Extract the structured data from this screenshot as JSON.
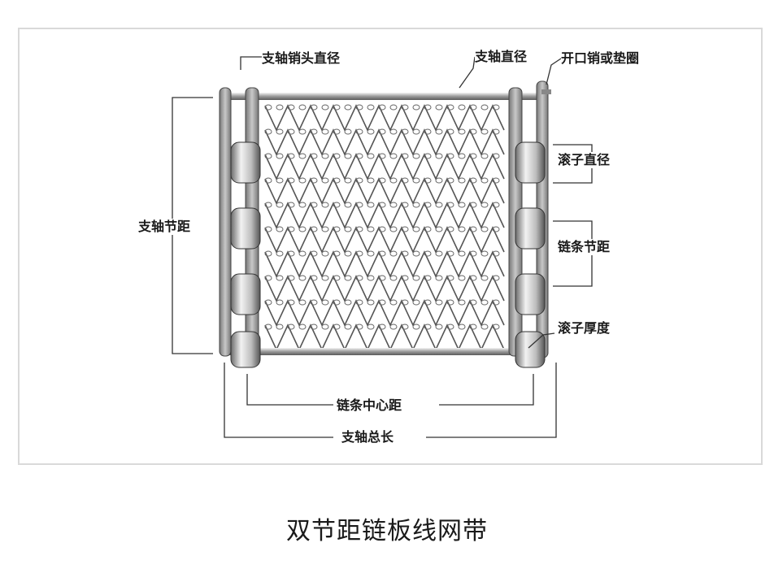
{
  "labels": {
    "pin_diameter": "支轴销头直径",
    "shaft_diameter": "支轴直径",
    "cotter_or_washer": "开口销或垫圈",
    "roller_diameter": "滚子直径",
    "shaft_pitch": "支轴节距",
    "chain_pitch": "链条节距",
    "roller_thickness": "滚子厚度",
    "chain_center_distance": "链条中心距",
    "shaft_total_length": "支轴总长"
  },
  "caption": "双节距链板线网带",
  "colors": {
    "frame_border": "#d9d9d9",
    "steel_light": "#e8e8e8",
    "steel_mid": "#a9a9a9",
    "steel_dark": "#4a4a4a",
    "line": "#333333"
  }
}
